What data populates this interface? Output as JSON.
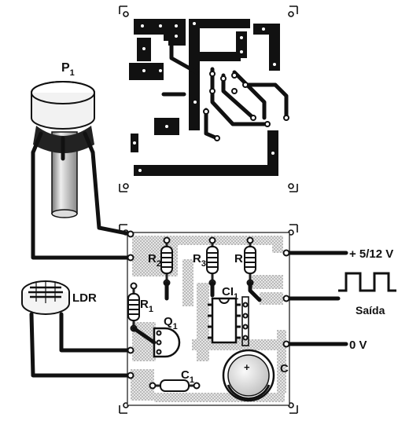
{
  "components": {
    "p1": {
      "letter": "P",
      "sub": "1"
    },
    "ldr": "LDR",
    "r1": {
      "letter": "R",
      "sub": "1"
    },
    "r2": {
      "letter": "R",
      "sub": "2"
    },
    "r3": {
      "letter": "R",
      "sub": "3"
    },
    "r4": {
      "letter": "R",
      "sub": ""
    },
    "q1": {
      "letter": "Q",
      "sub": "1"
    },
    "ci1": {
      "letter": "CI",
      "sub": "1"
    },
    "c1": {
      "letter": "C",
      "sub": "1"
    },
    "c2": {
      "letter": "C",
      "sub": ""
    },
    "c2_polarity": "+"
  },
  "terminals": {
    "supply": "+ 5/12 V",
    "output": "Saída",
    "ground": "0 V"
  },
  "colors": {
    "ink": "#111111",
    "board": "#d2d2d2",
    "paper": "#ffffff"
  },
  "icons": [
    "potentiometer-icon",
    "ldr-icon",
    "resistor-icon",
    "transistor-icon",
    "ic-icon",
    "capacitor-icon",
    "electrolytic-capacitor-icon",
    "square-wave-icon"
  ]
}
